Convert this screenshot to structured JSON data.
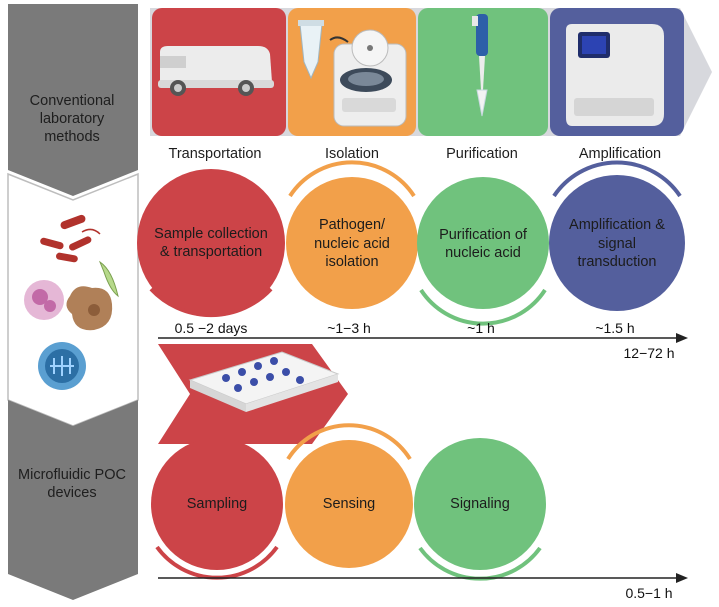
{
  "side": {
    "conventional": "Conventional laboratory methods",
    "microfluidic": "Microfluidic POC devices"
  },
  "conventional_steps": [
    "Transportation",
    "Isolation",
    "Purification",
    "Amplification"
  ],
  "conventional_circles": [
    {
      "text": "Sample collection & transportation",
      "color": "#cc4448"
    },
    {
      "text": "Pathogen/ nucleic acid isolation",
      "color": "#f2a04a"
    },
    {
      "text": "Purification of nucleic acid",
      "color": "#70c27d"
    },
    {
      "text": "Amplification & signal transduction",
      "color": "#545f9d"
    }
  ],
  "conventional_times": [
    "0.5 −2 days",
    "~1−3 h",
    "~1 h",
    "~1.5 h"
  ],
  "conventional_total": "12−72 h",
  "poc_circles": [
    {
      "text": "Sampling",
      "color": "#cc4448"
    },
    {
      "text": "Sensing",
      "color": "#f2a04a"
    },
    {
      "text": "Signaling",
      "color": "#70c27d"
    }
  ],
  "poc_total": "0.5−1 h",
  "colors": {
    "red": "#cc4448",
    "orange": "#f2a04a",
    "green": "#70c27d",
    "blue": "#545f9d",
    "gray": "#7a7a7a"
  }
}
